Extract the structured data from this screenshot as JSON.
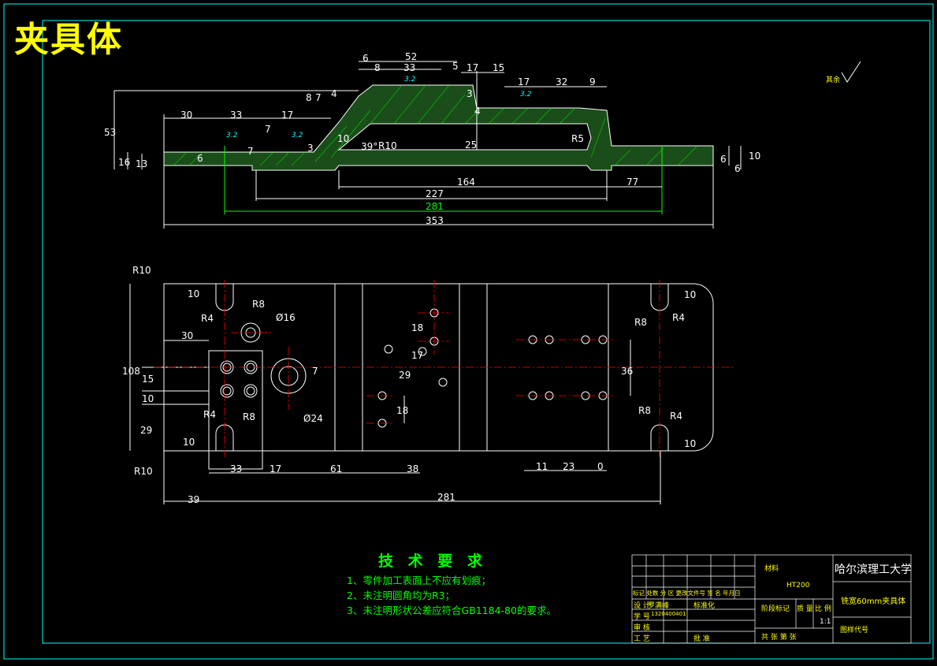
{
  "drawing": {
    "title": "夹具体",
    "roughness_symbol_label": "其余"
  },
  "dimensions_top": {
    "d6": "6",
    "d8a": "8",
    "d52": "52",
    "d33a": "33",
    "d5": "5",
    "d17a": "17",
    "d15": "15",
    "d17b": "17",
    "d32": "32",
    "d9": "9",
    "r32a": "3.2",
    "r32b": "3.2",
    "r32c": "3.2",
    "r32d": "3.2",
    "d8b": "8",
    "d7a": "7",
    "d4a": "4",
    "d3a": "3",
    "d4b": "4",
    "d30": "30",
    "d33b": "33",
    "d17c": "17",
    "d7b": "7",
    "d7c": "7",
    "d3b": "3",
    "d53": "53",
    "d16": "16",
    "d13": "13",
    "d6b": "6",
    "d10a": "10",
    "a39": "39°",
    "r10a": "R10",
    "d25": "25",
    "r5": "R5",
    "d6c": "6",
    "d10b": "10",
    "d6d": "6",
    "d164": "164",
    "d77": "77",
    "d227": "227",
    "d281": "281",
    "d353": "353"
  },
  "dimensions_plan": {
    "r10a": "R10",
    "d10a": "10",
    "r4a": "R4",
    "r8a": "R8",
    "phi16": "Ø16",
    "d30": "30",
    "d108": "108",
    "d15": "15",
    "d10b": "10",
    "d29a": "29",
    "r4b": "R4",
    "r8b": "R8",
    "phi24": "Ø24",
    "d7": "7",
    "d10c": "10",
    "r10b": "R10",
    "d18a": "18",
    "d17": "17",
    "d29b": "29",
    "d18b": "18",
    "r8c": "R8",
    "r4c": "R4",
    "d10d": "10",
    "d36": "36",
    "r8d": "R8",
    "r4d": "R4",
    "d10e": "10",
    "d33": "33",
    "d17b": "17",
    "d61": "61",
    "d38": "38",
    "d11": "11",
    "d23": "23",
    "d0": "0",
    "d39": "39",
    "d281": "281"
  },
  "tech_requirements": {
    "heading": "技 术 要 求",
    "lines": [
      "1、零件加工表面上不应有划痕；",
      "2、未注明圆角均为R3；",
      "3、未注明形状公差应符合GB1184-80的要求。"
    ]
  },
  "title_block": {
    "material_label": "材料",
    "material": "HT200",
    "university": "哈尔滨理工大学",
    "part_name": "铣宽60mm夹具体",
    "row_marks": "标记 处数  分 区   更改文件号 签 名 年月日",
    "design_label": "设 计",
    "design_name": "罗满峰",
    "standard_label": "标准化",
    "student_label": "学 号",
    "student_no": "1320400401",
    "review_label": "审 核",
    "process_label": "工 艺",
    "approve_label": "批 准",
    "stage_label": "阶段标记",
    "weight_label": "质 量",
    "scale_label": "比 例",
    "scale": "1:1",
    "sheets": "共    张  第    张",
    "drawing_no_label": "图样代号"
  }
}
